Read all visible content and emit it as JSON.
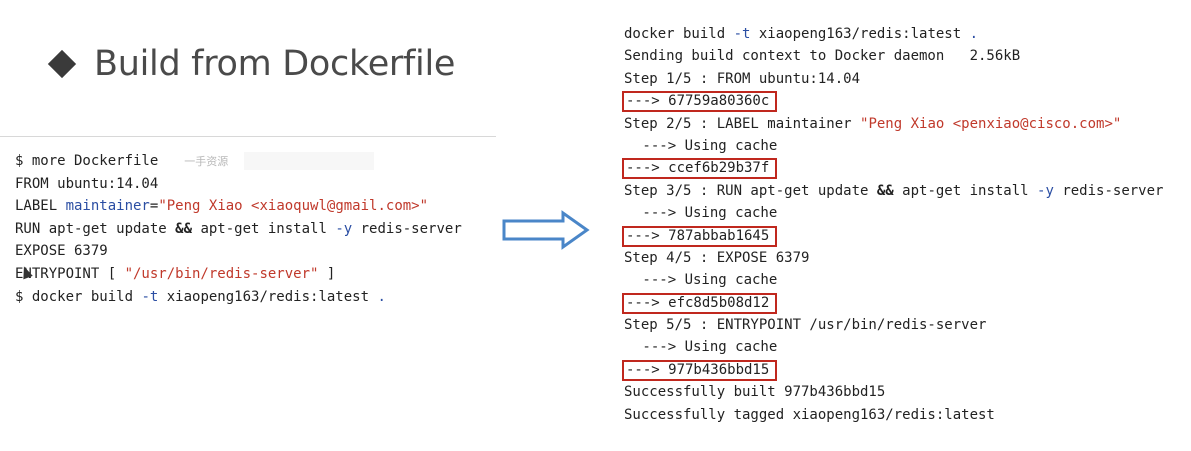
{
  "slide": {
    "title": "Build from Dockerfile",
    "watermark": "一手资源"
  },
  "left_terminal": [
    [
      {
        "t": "$ more Dockerfile"
      }
    ],
    [
      {
        "t": "FROM ubuntu:14.04"
      }
    ],
    [
      {
        "t": "LABEL "
      },
      {
        "t": "maintainer",
        "c": "kw"
      },
      {
        "t": "="
      },
      {
        "t": "\"Peng Xiao <xiaoquwl@gmail.com>\"",
        "c": "str"
      }
    ],
    [
      {
        "t": "RUN apt-get update "
      },
      {
        "t": "&&",
        "c": "b"
      },
      {
        "t": " apt-get install "
      },
      {
        "t": "-y",
        "c": "kw"
      },
      {
        "t": " redis-server"
      }
    ],
    [
      {
        "t": "EXPOSE 6379"
      }
    ],
    [
      {
        "t": "ENTRYPOINT [ "
      },
      {
        "t": "\"/usr/bin/redis-server\"",
        "c": "str"
      },
      {
        "t": " ]"
      }
    ],
    [
      {
        "t": "$ docker build "
      },
      {
        "t": "-t",
        "c": "kw"
      },
      {
        "t": " xiaopeng163/redis:latest "
      },
      {
        "t": ".",
        "c": "kw"
      }
    ]
  ],
  "right_terminal": [
    [
      {
        "t": "docker build "
      },
      {
        "t": "-t",
        "c": "kw"
      },
      {
        "t": " xiaopeng163/redis:latest "
      },
      {
        "t": ".",
        "c": "kw"
      }
    ],
    [
      {
        "t": "Sending build context to Docker daemon   2.56kB"
      }
    ],
    [
      {
        "t": "Step 1/5 : FROM ubuntu:14.04"
      }
    ],
    [
      {
        "t": "---> 67759a80360c",
        "c": "hl"
      }
    ],
    [
      {
        "t": "Step 2/5 : LABEL maintainer "
      },
      {
        "t": "\"Peng Xiao <penxiao@cisco.com>\"",
        "c": "str"
      }
    ],
    [
      {
        "t": " ---> Using cache",
        "c": "ind"
      }
    ],
    [
      {
        "t": "---> ccef6b29b37f",
        "c": "hl"
      }
    ],
    [
      {
        "t": "Step 3/5 : RUN apt-get update "
      },
      {
        "t": "&&",
        "c": "b"
      },
      {
        "t": " apt-get install "
      },
      {
        "t": "-y",
        "c": "kw"
      },
      {
        "t": " redis-server"
      }
    ],
    [
      {
        "t": " ---> Using cache",
        "c": "ind"
      }
    ],
    [
      {
        "t": "---> 787abbab1645",
        "c": "hl"
      }
    ],
    [
      {
        "t": "Step 4/5 : EXPOSE 6379"
      }
    ],
    [
      {
        "t": " ---> Using cache",
        "c": "ind"
      }
    ],
    [
      {
        "t": "---> efc8d5b08d12",
        "c": "hl"
      }
    ],
    [
      {
        "t": "Step 5/5 : ENTRYPOINT /usr/bin/redis-server"
      }
    ],
    [
      {
        "t": " ---> Using cache",
        "c": "ind"
      }
    ],
    [
      {
        "t": "---> 977b436bbd15",
        "c": "hl"
      }
    ],
    [
      {
        "t": "Successfully built 977b436bbd15"
      }
    ],
    [
      {
        "t": "Successfully tagged xiaopeng163/redis:latest"
      }
    ]
  ],
  "colors": {
    "keyword": "#2b4ea3",
    "string": "#c0392b",
    "highlight_box": "#c0281e",
    "arrow": "#4a86c8"
  }
}
